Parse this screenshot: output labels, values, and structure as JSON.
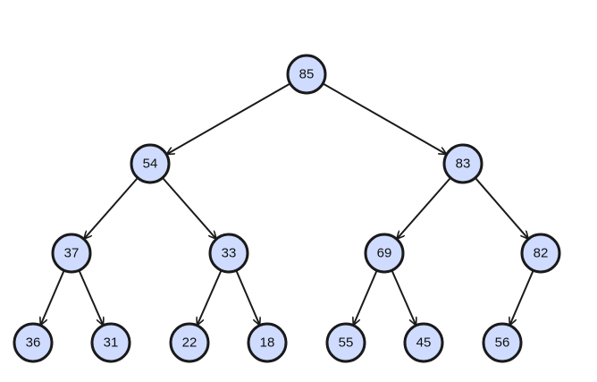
{
  "tree": {
    "nodes": [
      {
        "id": "n0",
        "value": "85"
      },
      {
        "id": "n1",
        "value": "54"
      },
      {
        "id": "n2",
        "value": "83"
      },
      {
        "id": "n3",
        "value": "37"
      },
      {
        "id": "n4",
        "value": "33"
      },
      {
        "id": "n5",
        "value": "69"
      },
      {
        "id": "n6",
        "value": "82"
      },
      {
        "id": "n7",
        "value": "36"
      },
      {
        "id": "n8",
        "value": "31"
      },
      {
        "id": "n9",
        "value": "22"
      },
      {
        "id": "n10",
        "value": "18"
      },
      {
        "id": "n11",
        "value": "55"
      },
      {
        "id": "n12",
        "value": "45"
      },
      {
        "id": "n13",
        "value": "56"
      }
    ],
    "edges": [
      [
        "n0",
        "n1"
      ],
      [
        "n0",
        "n2"
      ],
      [
        "n1",
        "n3"
      ],
      [
        "n1",
        "n4"
      ],
      [
        "n2",
        "n5"
      ],
      [
        "n2",
        "n6"
      ],
      [
        "n3",
        "n7"
      ],
      [
        "n3",
        "n8"
      ],
      [
        "n4",
        "n9"
      ],
      [
        "n4",
        "n10"
      ],
      [
        "n5",
        "n11"
      ],
      [
        "n5",
        "n12"
      ],
      [
        "n6",
        "n13"
      ]
    ],
    "colors": {
      "node_fill": "#cfdcff",
      "stroke": "#1a1a1a"
    }
  }
}
